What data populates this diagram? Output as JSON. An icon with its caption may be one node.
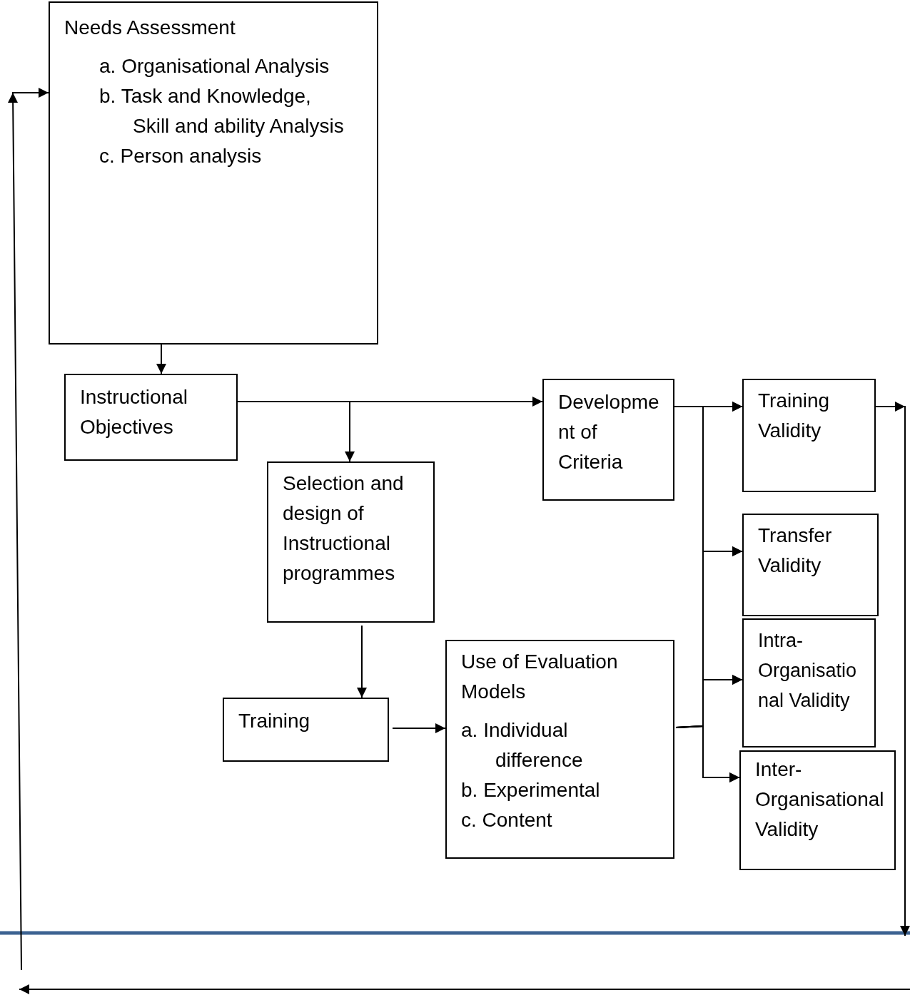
{
  "diagram": {
    "nodes": [
      {
        "text": [
          "Needs Assessment",
          "a. Organisational Analysis",
          "b. Task and Knowledge, Skill and ability Analysis",
          "c. Person analysis"
        ]
      },
      {
        "text": [
          "Instructional Objectives"
        ]
      },
      {
        "text": [
          "Selection and design of Instructional programmes"
        ]
      },
      {
        "text": [
          "Development of Criteria"
        ]
      },
      {
        "text": [
          "Training Validity"
        ]
      },
      {
        "text": [
          "Transfer Validity"
        ]
      },
      {
        "text": [
          "Intra-Organisational Validity"
        ]
      },
      {
        "text": [
          "Inter-Organisational Validity"
        ]
      },
      {
        "text": [
          "Training"
        ]
      },
      {
        "text": [
          "Use of Evaluation Models",
          "a. Individual difference",
          "b. Experimental",
          "c. Content"
        ]
      }
    ],
    "edges": [
      {
        "from": 0,
        "to": 1,
        "arrow": "to"
      },
      {
        "from": 1,
        "to": 3,
        "arrow": "to"
      },
      {
        "from": 1,
        "to": 2,
        "arrow": "to"
      },
      {
        "from": 2,
        "to": 8,
        "arrow": "to"
      },
      {
        "from": 8,
        "to": 9,
        "arrow": "to"
      },
      {
        "from": 3,
        "to": 4,
        "arrow": "to"
      },
      {
        "from": 3,
        "to": 5,
        "arrow": "to"
      },
      {
        "from": 3,
        "to": 6,
        "arrow": "to"
      },
      {
        "from": 3,
        "to": 7,
        "arrow": "to"
      },
      {
        "from": 9,
        "to": 4,
        "arrow": "to"
      },
      {
        "from": 9,
        "to": 5,
        "arrow": "to"
      },
      {
        "from": 9,
        "to": 6,
        "arrow": "to"
      },
      {
        "from": 9,
        "to": 7,
        "arrow": "to"
      },
      {
        "from": 4,
        "to": null,
        "arrow": "to"
      },
      {
        "from": null,
        "to": 0,
        "arrow": "to"
      }
    ]
  }
}
